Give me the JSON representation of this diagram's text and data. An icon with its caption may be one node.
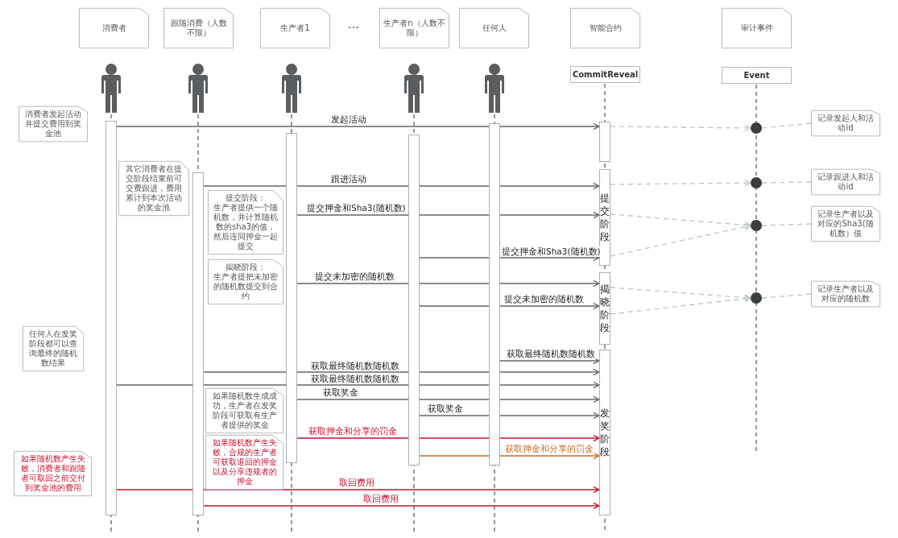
{
  "diagram": {
    "nodes": [
      {
        "text": [
          "消费者"
        ]
      },
      {
        "text": [
          "跟随消费（人数不限）"
        ]
      },
      {
        "text": [
          "生产者1"
        ]
      },
      {
        "text": [
          "生产者n（人数不限）"
        ]
      },
      {
        "text": [
          "任何人"
        ]
      },
      {
        "text": [
          "智能合约"
        ]
      },
      {
        "text": [
          "审计事件"
        ]
      },
      {
        "text": [
          "CommitReveal"
        ]
      },
      {
        "text": [
          "Event"
        ]
      },
      {
        "text": [
          "消费者发起活动并提交费用到奖金池"
        ]
      },
      {
        "text": [],
        "shape": "bar"
      },
      {
        "text": [],
        "shape": "bar"
      },
      {
        "text": [],
        "shape": "bar"
      },
      {
        "text": [],
        "shape": "bar"
      },
      {
        "text": [],
        "shape": "bar"
      },
      {
        "text": [],
        "shape": "bar"
      },
      {
        "text": [],
        "shape": "circle"
      },
      {
        "text": [
          "记录发起人和活动id"
        ]
      },
      {
        "text": [
          "其它消费者在提交阶段结束前可交费跟进，费用累计到本次活动的奖金池"
        ]
      },
      {
        "text": [
          "提交阶段"
        ]
      },
      {
        "text": [],
        "shape": "circle"
      },
      {
        "text": [
          "记录跟进人和活动id"
        ]
      },
      {
        "text": [
          "提交阶段：",
          "生产者提供一个随机数，并计算随机数的sha3的值，然后连同押金一起提交"
        ]
      },
      {
        "text": [],
        "shape": "circle"
      },
      {
        "text": [
          "记录生产者以及对应的Sha3(随机数）值"
        ]
      },
      {
        "text": [
          "揭晓阶段：",
          "生产者提把未加密的随机数提交到合约"
        ]
      },
      {
        "text": [
          "揭晓阶段"
        ]
      },
      {
        "text": [],
        "shape": "circle"
      },
      {
        "text": [
          "记录生产者以及对应的随机数"
        ]
      },
      {
        "text": [
          "任何人在发奖阶段都可以查询最终的随机数结果"
        ]
      },
      {
        "text": [
          "发奖阶段"
        ]
      },
      {
        "text": [
          "如果随机数生成成功，生产者在发奖阶段可获取有生产者提供的奖金"
        ]
      },
      {
        "text": [
          "如果随机数产生失败，合规的生产者可获取退回的押金以及分享违规者的押金"
        ]
      },
      {
        "text": [
          "如果随机数产生失败，消费者和跟随者可取回之前交付到奖金池的费用"
        ]
      }
    ],
    "edges": [
      {
        "from": 10,
        "to": 15,
        "arrow": "to",
        "label": "发起活动"
      },
      {
        "from": 15,
        "to": 16,
        "arrow": "to",
        "style": "dashed",
        "color": "#b8c4c6"
      },
      {
        "from": 17,
        "to": 16,
        "arrow": "none",
        "style": "dashed",
        "color": "#b8c4c6"
      },
      {
        "from": 11,
        "to": 19,
        "arrow": "to",
        "label": "跟进活动"
      },
      {
        "from": 19,
        "to": 20,
        "arrow": "to",
        "style": "dashed",
        "color": "#b8c4c6"
      },
      {
        "from": 21,
        "to": 20,
        "arrow": "none",
        "style": "dashed",
        "color": "#b8c4c6"
      },
      {
        "from": 12,
        "to": 19,
        "arrow": "to",
        "label": "提交押金和Sha3(随机数)"
      },
      {
        "from": 13,
        "to": 19,
        "arrow": "to",
        "label": "提交押金和Sha3(随机数)"
      },
      {
        "from": 19,
        "to": 23,
        "arrow": "to",
        "style": "dashed",
        "color": "#b8c4c6"
      },
      {
        "from": 19,
        "to": 23,
        "arrow": "to",
        "style": "dashed",
        "color": "#b8c4c6"
      },
      {
        "from": 24,
        "to": 23,
        "arrow": "none",
        "style": "dashed",
        "color": "#b8c4c6"
      },
      {
        "from": 12,
        "to": 26,
        "arrow": "to",
        "label": "提交未加密的随机数"
      },
      {
        "from": 13,
        "to": 26,
        "arrow": "to",
        "label": "提交未加密的随机数"
      },
      {
        "from": 26,
        "to": 27,
        "arrow": "to",
        "style": "dashed",
        "color": "#b8c4c6"
      },
      {
        "from": 26,
        "to": 27,
        "arrow": "to",
        "style": "dashed",
        "color": "#b8c4c6"
      },
      {
        "from": 28,
        "to": 27,
        "arrow": "none",
        "style": "dashed",
        "color": "#b8c4c6"
      },
      {
        "from": 14,
        "to": 30,
        "arrow": "to",
        "label": "获取最终随机数随机数"
      },
      {
        "from": 11,
        "to": 30,
        "arrow": "to",
        "label": "获取最终随机数随机数"
      },
      {
        "from": 10,
        "to": 30,
        "arrow": "to",
        "label": "获取最终随机数随机数"
      },
      {
        "from": 12,
        "to": 30,
        "arrow": "to",
        "label": "获取奖金"
      },
      {
        "from": 13,
        "to": 30,
        "arrow": "to",
        "label": "获取奖金"
      },
      {
        "from": 12,
        "to": 30,
        "arrow": "to",
        "label": "获取押金和分享的罚金",
        "color": "#c8102e"
      },
      {
        "from": 13,
        "to": 30,
        "arrow": "to",
        "label": "获取押金和分享的罚金",
        "color": "#d2691e"
      },
      {
        "from": 10,
        "to": 30,
        "arrow": "to",
        "label": "取回费用",
        "color": "#c8102e"
      },
      {
        "from": 11,
        "to": 30,
        "arrow": "to",
        "label": "取回费用",
        "color": "#c8102e"
      }
    ],
    "labels": [
      "…"
    ]
  }
}
